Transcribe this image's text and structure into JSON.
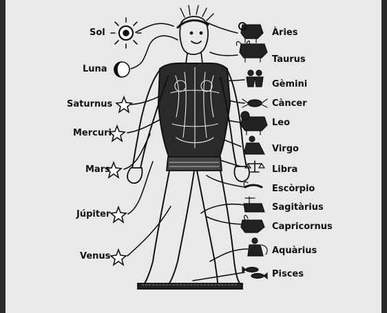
{
  "planets": [
    {
      "label": "Sol",
      "icon": "sun-icon"
    },
    {
      "label": "Luna",
      "icon": "moon-icon"
    },
    {
      "label": "Saturnus",
      "icon": "star-icon"
    },
    {
      "label": "Mercuri",
      "icon": "star-icon"
    },
    {
      "label": "Mars",
      "icon": "star-icon"
    },
    {
      "label": "Júpiter",
      "icon": "star-icon"
    },
    {
      "label": "Venus",
      "icon": "star-icon"
    }
  ],
  "zodiac": [
    {
      "label": "Àries",
      "icon": "ram-icon"
    },
    {
      "label": "Taurus",
      "icon": "bull-icon"
    },
    {
      "label": "Gèmini",
      "icon": "twins-icon"
    },
    {
      "label": "Càncer",
      "icon": "crab-icon"
    },
    {
      "label": "Leo",
      "icon": "lion-icon"
    },
    {
      "label": "Virgo",
      "icon": "virgin-icon"
    },
    {
      "label": "Libra",
      "icon": "scales-icon"
    },
    {
      "label": "Escòrpio",
      "icon": "scorpion-icon"
    },
    {
      "label": "Sagitàrius",
      "icon": "archer-icon"
    },
    {
      "label": "Capricornus",
      "icon": "goat-icon"
    },
    {
      "label": "Aquàrius",
      "icon": "water-bearer-icon"
    },
    {
      "label": "Pisces",
      "icon": "fish-icon"
    }
  ],
  "colors": {
    "ink": "#111111",
    "paper": "#e9e9e7",
    "frame": "#2b2b2b"
  }
}
